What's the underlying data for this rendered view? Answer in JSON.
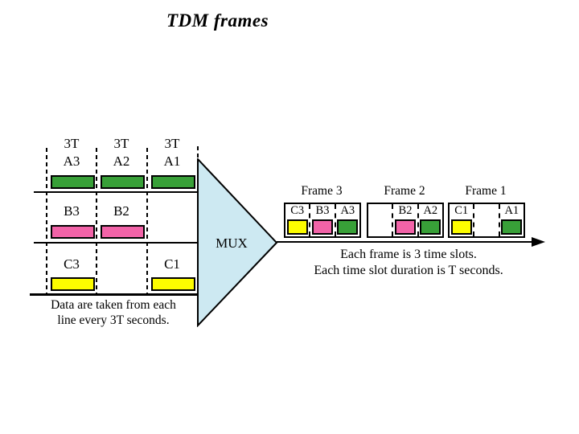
{
  "title": "TDM frames",
  "colors": {
    "green": "#38a038",
    "pink": "#f263a8",
    "yellow": "#fdfd00",
    "mux_fill": "#cde9f2",
    "line": "#000000"
  },
  "mux": {
    "label": "MUX"
  },
  "left": {
    "note_line1": "Data are taken from each",
    "note_line2": "line every 3T seconds.",
    "rows": [
      {
        "name": "line-A",
        "slots": [
          {
            "duration": "3T",
            "label": "A3",
            "color": "#38a038"
          },
          {
            "duration": "3T",
            "label": "A2",
            "color": "#38a038"
          },
          {
            "duration": "3T",
            "label": "A1",
            "color": "#38a038"
          }
        ]
      },
      {
        "name": "line-B",
        "slots": [
          {
            "label": "B3",
            "color": "#f263a8"
          },
          {
            "label": "B2",
            "color": "#f263a8"
          },
          {}
        ]
      },
      {
        "name": "line-C",
        "slots": [
          {
            "label": "C3",
            "color": "#fdfd00"
          },
          {},
          {
            "label": "C1",
            "color": "#fdfd00"
          }
        ]
      }
    ]
  },
  "frames": [
    {
      "title": "Frame 3",
      "slots": [
        {
          "label": "C3",
          "color": "#fdfd00"
        },
        {
          "label": "B3",
          "color": "#f263a8"
        },
        {
          "label": "A3",
          "color": "#38a038"
        }
      ]
    },
    {
      "title": "Frame 2",
      "slots": [
        {},
        {
          "label": "B2",
          "color": "#f263a8"
        },
        {
          "label": "A2",
          "color": "#38a038"
        }
      ]
    },
    {
      "title": "Frame 1",
      "slots": [
        {
          "label": "C1",
          "color": "#fdfd00"
        },
        {},
        {
          "label": "A1",
          "color": "#38a038"
        }
      ]
    }
  ],
  "caption_line1": "Each frame is 3 time slots.",
  "caption_line2": "Each time slot duration is T seconds."
}
